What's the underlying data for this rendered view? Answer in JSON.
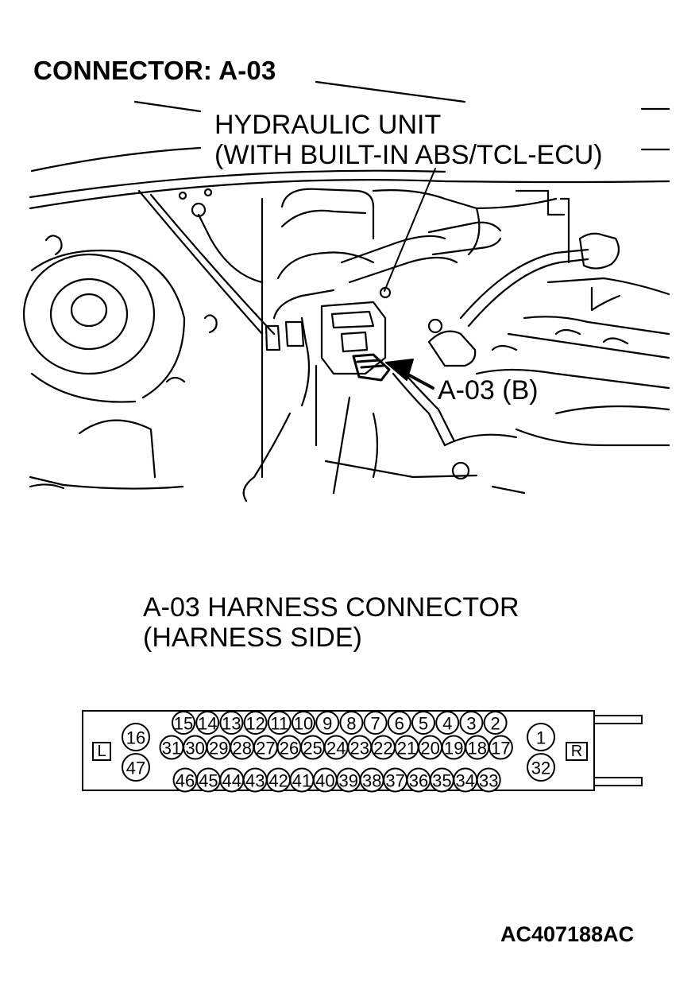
{
  "title": "CONNECTOR: A-03",
  "illustration": {
    "unit_label_line1": "HYDRAULIC UNIT",
    "unit_label_line2": "(WITH BUILT-IN ABS/TCL-ECU)",
    "callout_label": "A-03 (B)"
  },
  "connector": {
    "title_line1": "A-03 HARNESS CONNECTOR",
    "title_line2": "(HARNESS SIDE)",
    "left_marker": "L",
    "right_marker": "R",
    "left_pins": [
      "16",
      "47"
    ],
    "right_pins": [
      "1",
      "32"
    ],
    "top_row": [
      "15",
      "14",
      "13",
      "12",
      "11",
      "10",
      "9",
      "8",
      "7",
      "6",
      "5",
      "4",
      "3",
      "2"
    ],
    "middle_row": [
      "31",
      "30",
      "29",
      "28",
      "27",
      "26",
      "25",
      "24",
      "23",
      "22",
      "21",
      "20",
      "19",
      "18",
      "17"
    ],
    "bottom_row": [
      "46",
      "45",
      "44",
      "43",
      "42",
      "41",
      "40",
      "39",
      "38",
      "37",
      "36",
      "35",
      "34",
      "33"
    ]
  },
  "figure_code": "AC407188AC"
}
